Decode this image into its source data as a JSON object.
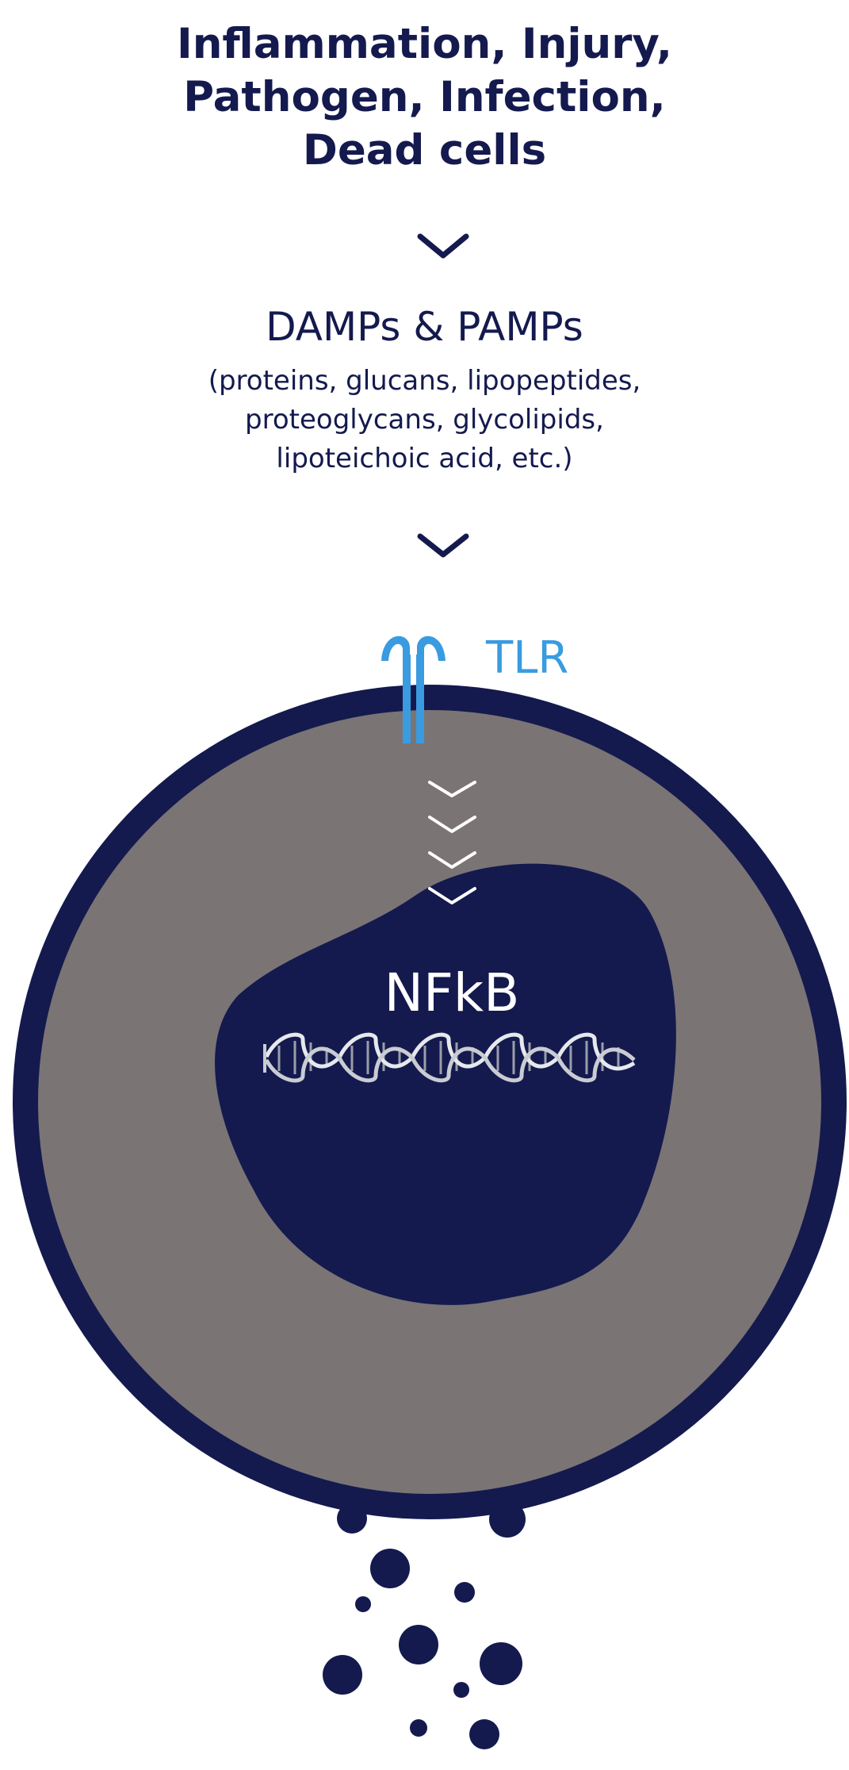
{
  "title_lines": [
    "Inflammation, Injury,",
    "Pathogen, Infection,",
    "Dead cells"
  ],
  "signal_label": "DAMPs & PAMPs",
  "signal_examples": [
    "(proteins, glucans, lipopeptides,",
    "proteoglycans, glycolipids,",
    "lipoteichoic acid, etc.)"
  ],
  "receptor_label": "TLR",
  "nucleus_label": "NFkB",
  "icons": {
    "arrow": "chevron-down-icon",
    "receptor": "toll-like-receptor-icon",
    "dna": "dna-helix-icon",
    "secretion": "secreted-particle-icon"
  },
  "colors": {
    "navy": "#141a4e",
    "cytoplasm": "#7a7475",
    "receptor": "#3a9be0",
    "chevron_inside": "#ffffff"
  }
}
